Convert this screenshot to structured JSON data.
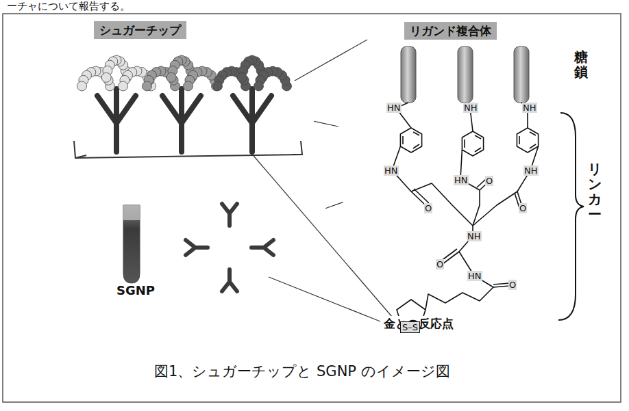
{
  "diagram": {
    "caption": "図1、シュガーチップと SGNP のイメージ図",
    "nodes": [
      {
        "text": [
          "シュガーチップ"
        ]
      },
      {
        "text": [
          "リガンド複合体"
        ]
      },
      {
        "text": [
          "SGNP"
        ]
      }
    ],
    "edges": [
      {
        "from": 0,
        "to": 1,
        "arrow": "none"
      },
      {
        "from": 2,
        "to": 1,
        "arrow": "none"
      }
    ],
    "labels": [
      "ーチャについて報告する。",
      "糖鎖",
      "リンカー",
      "金との反応点",
      "HN",
      "NH",
      "NH",
      "HN",
      "HN",
      "O",
      "NH",
      "O",
      "O",
      "NH",
      "O",
      "HN",
      "O",
      "S–S"
    ]
  }
}
